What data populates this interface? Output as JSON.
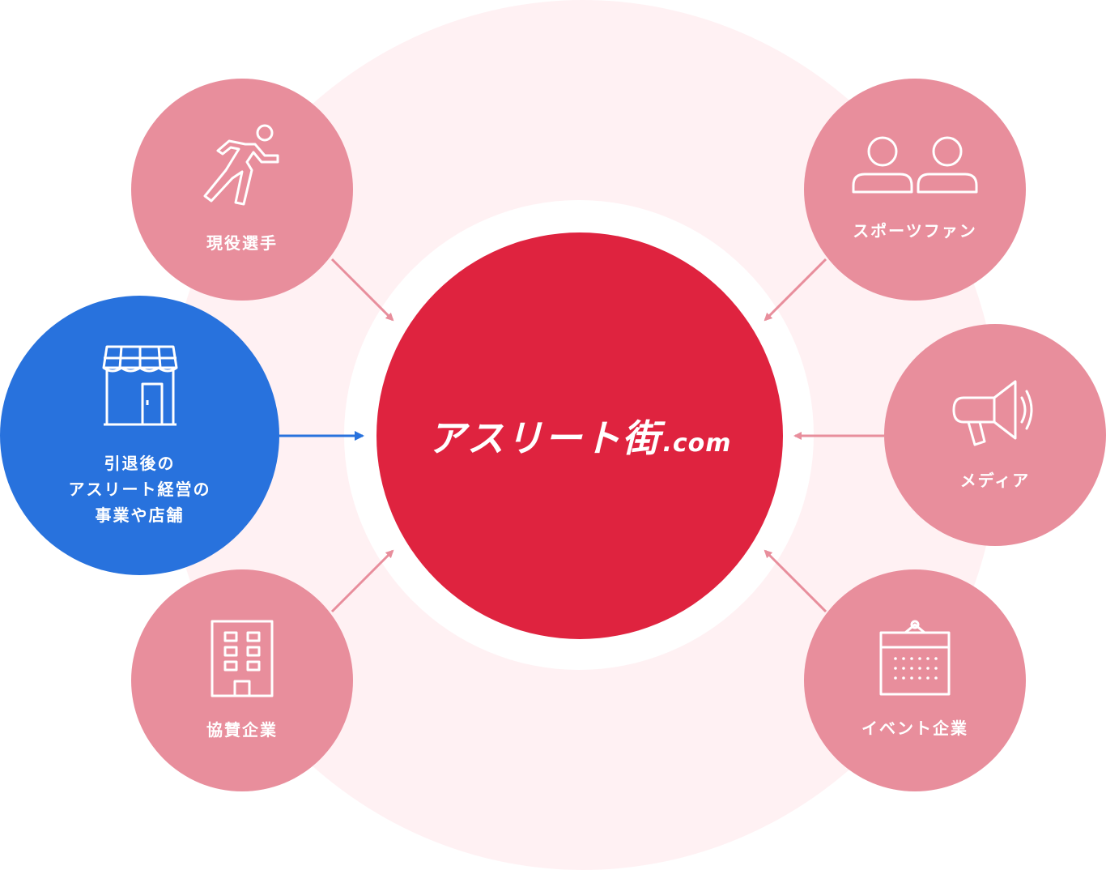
{
  "brand": {
    "main": "アスリート街",
    "suffix": ".com"
  },
  "nodes": {
    "active_player": {
      "label": "現役選手",
      "icon": "runner-icon"
    },
    "retired_business": {
      "lines": [
        "引退後の",
        "アスリート経営の",
        "事業や店舗"
      ],
      "icon": "storefront-icon"
    },
    "sponsor": {
      "label": "協賛企業",
      "icon": "office-building-icon"
    },
    "sports_fan": {
      "label": "スポーツファン",
      "icon": "people-icon"
    },
    "media": {
      "label": "メディア",
      "icon": "megaphone-icon"
    },
    "event_company": {
      "label": "イベント企業",
      "icon": "calendar-icon"
    }
  },
  "colors": {
    "center": "#df233f",
    "node_pink": "#e88e9c",
    "node_blue": "#2872dd",
    "background_ring": "#fff1f3",
    "arrow_pink": "#e88e9c",
    "arrow_blue": "#2872dd"
  }
}
